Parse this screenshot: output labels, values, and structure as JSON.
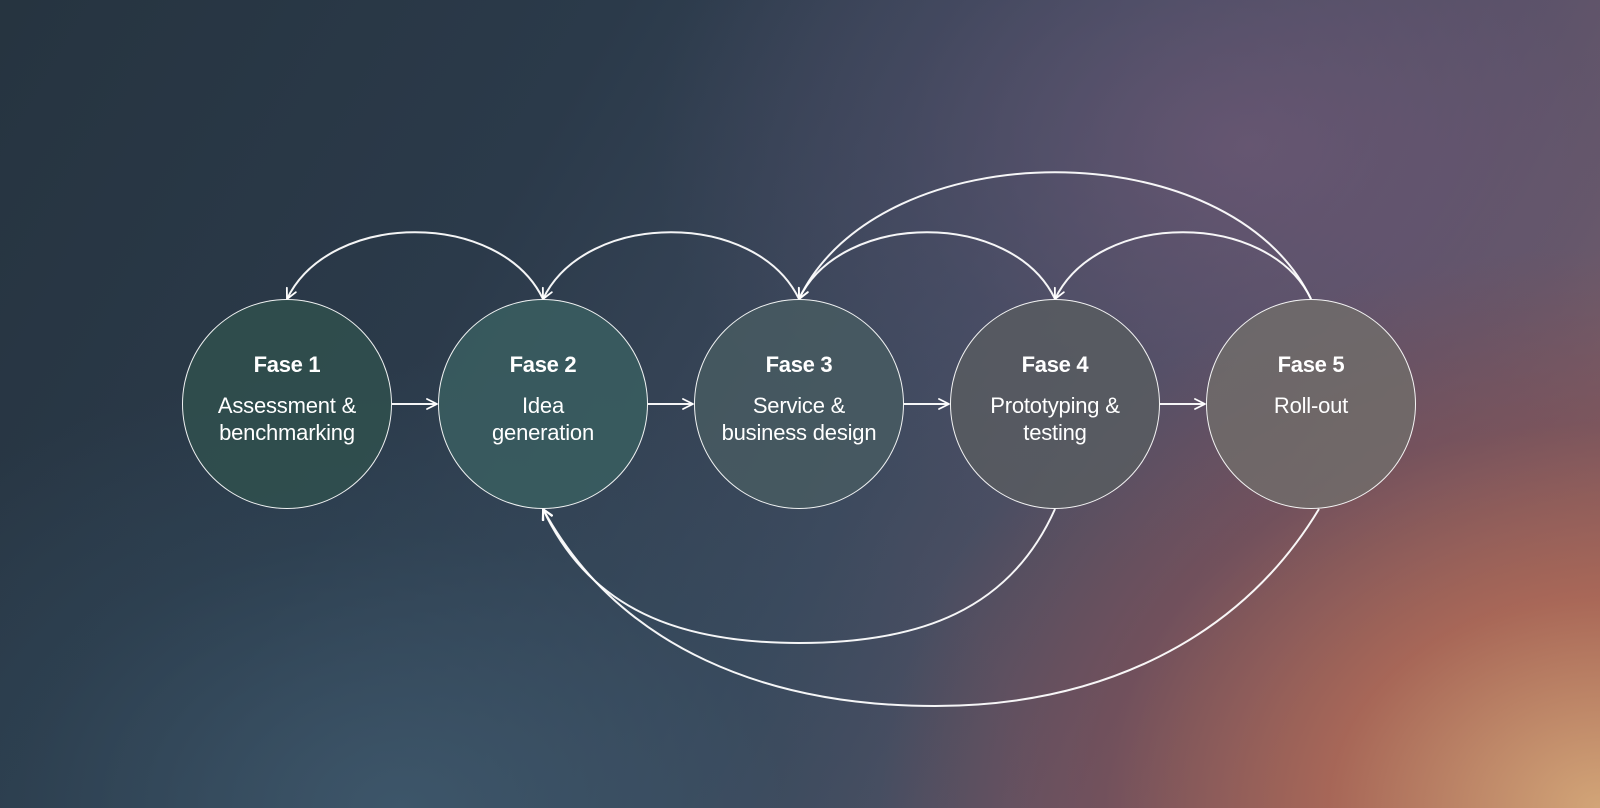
{
  "diagram": {
    "nodes": [
      {
        "title": "Fase 1",
        "label": "Assessment & benchmarking"
      },
      {
        "title": "Fase 2",
        "label": "Idea generation"
      },
      {
        "title": "Fase 3",
        "label": "Service & business design"
      },
      {
        "title": "Fase 4",
        "label": "Prototyping & testing"
      },
      {
        "title": "Fase 5",
        "label": "Roll-out"
      }
    ],
    "edges": [
      {
        "from": "Fase 1",
        "to": "Fase 2",
        "kind": "forward"
      },
      {
        "from": "Fase 2",
        "to": "Fase 3",
        "kind": "forward"
      },
      {
        "from": "Fase 3",
        "to": "Fase 4",
        "kind": "forward"
      },
      {
        "from": "Fase 4",
        "to": "Fase 5",
        "kind": "forward"
      },
      {
        "from": "Fase 2",
        "to": "Fase 1",
        "kind": "feedback"
      },
      {
        "from": "Fase 3",
        "to": "Fase 2",
        "kind": "feedback"
      },
      {
        "from": "Fase 4",
        "to": "Fase 3",
        "kind": "feedback"
      },
      {
        "from": "Fase 5",
        "to": "Fase 4",
        "kind": "feedback"
      },
      {
        "from": "Fase 5",
        "to": "Fase 3",
        "kind": "feedback"
      },
      {
        "from": "Fase 4",
        "to": "Fase 2",
        "kind": "feedback"
      },
      {
        "from": "Fase 5",
        "to": "Fase 2",
        "kind": "feedback"
      }
    ]
  },
  "colors": {
    "line": "#ffffff",
    "text": "#ffffff",
    "node_fills": [
      "#30504e",
      "#3a5e60",
      "#485c62",
      "#585c60",
      "#706c6a"
    ]
  }
}
